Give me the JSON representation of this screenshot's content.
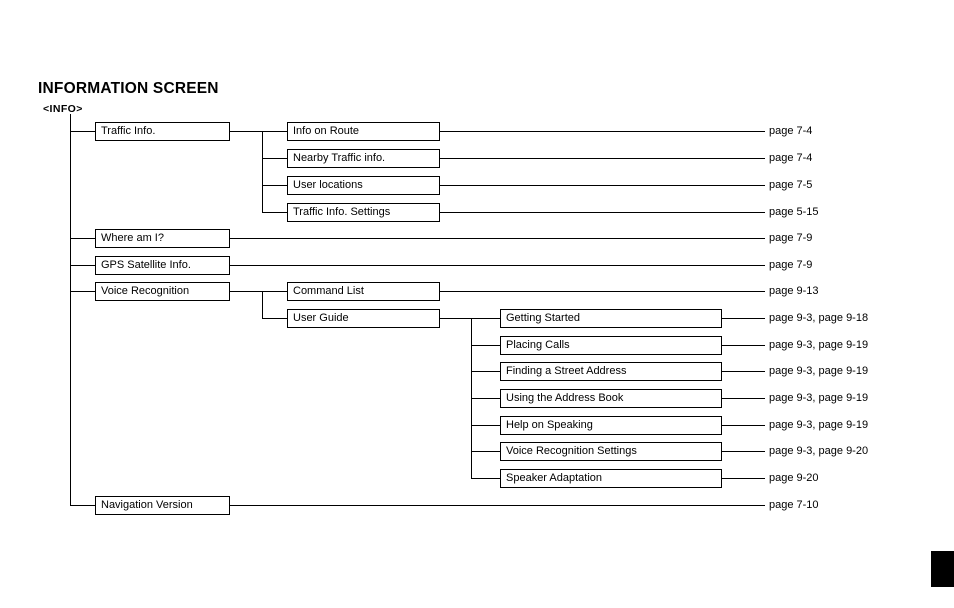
{
  "page": {
    "title": "INFORMATION SCREEN",
    "subtitle": "<INFO>"
  },
  "tree": {
    "level1": [
      {
        "label": "Traffic Info."
      },
      {
        "label": "Where am I?"
      },
      {
        "label": "GPS Satellite Info."
      },
      {
        "label": "Voice Recognition"
      },
      {
        "label": "Navigation Version"
      }
    ],
    "level2": [
      {
        "label": "Info on Route"
      },
      {
        "label": "Nearby Traffic info."
      },
      {
        "label": "User locations"
      },
      {
        "label": "Traffic Info. Settings"
      },
      {
        "label": "Command List"
      },
      {
        "label": "User Guide"
      }
    ],
    "level3": [
      {
        "label": "Getting Started"
      },
      {
        "label": "Placing Calls"
      },
      {
        "label": "Finding a Street Address"
      },
      {
        "label": "Using the Address Book"
      },
      {
        "label": "Help on Speaking"
      },
      {
        "label": "Voice Recognition Settings"
      },
      {
        "label": "Speaker Adaptation"
      }
    ]
  },
  "page_refs": [
    {
      "text": "page 7-4"
    },
    {
      "text": "page 7-4"
    },
    {
      "text": "page 7-5"
    },
    {
      "text": "page 5-15"
    },
    {
      "text": "page 7-9"
    },
    {
      "text": "page 7-9"
    },
    {
      "text": "page 9-13"
    },
    {
      "text": "page 9-3, page 9-18"
    },
    {
      "text": "page 9-3, page 9-19"
    },
    {
      "text": "page 9-3, page 9-19"
    },
    {
      "text": "page 9-3, page 9-19"
    },
    {
      "text": "page 9-3, page 9-19"
    },
    {
      "text": "page 9-3, page 9-20"
    },
    {
      "text": "page 9-20"
    },
    {
      "text": "page 7-10"
    }
  ],
  "colors": {
    "ink": "#000000",
    "paper": "#ffffff"
  }
}
